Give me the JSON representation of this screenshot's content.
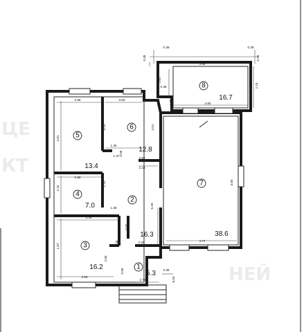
{
  "rooms": [
    {
      "number": "1",
      "area": "5.3"
    },
    {
      "number": "2",
      "area": "16.3"
    },
    {
      "number": "3",
      "area": "16.2"
    },
    {
      "number": "4",
      "area": "7.0"
    },
    {
      "number": "5",
      "area": "13.4"
    },
    {
      "number": "6",
      "area": "12.8"
    },
    {
      "number": "7",
      "area": "38.6"
    },
    {
      "number": "8",
      "area": "16.7"
    }
  ],
  "dimensions": [
    "0.38",
    "3.98",
    "0.38",
    "0.38",
    "0.38",
    "2.18",
    "1.61",
    "0.38",
    "1.70",
    "4.90",
    "2.96",
    "3.50",
    "4.81",
    "3.29",
    "3.51",
    "1.46",
    "0.56",
    "1.37",
    "2.82",
    "2.18",
    "2.98",
    "2.42",
    "1.13",
    "1.38",
    "4.29",
    "0.82",
    "2.17",
    "5.28",
    "3.60",
    "4.77",
    "1.67",
    "0.43",
    "2.60",
    "3.06",
    "2.20",
    "0.58",
    "2.72",
    "0.38",
    "6.53"
  ]
}
